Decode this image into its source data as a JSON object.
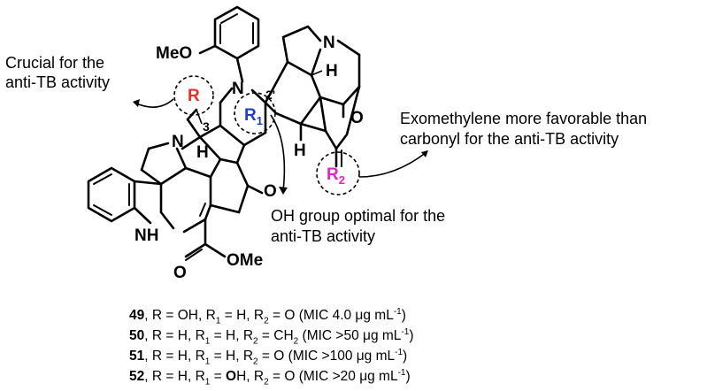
{
  "labels": {
    "r": "R",
    "r1": "R",
    "r1_sub": "1",
    "r2": "R",
    "r2_sub": "2",
    "meo": "MeO",
    "n_aryl": "N",
    "n_top": "N",
    "n_lower": "N",
    "nh": "NH",
    "h1": "H",
    "h2": "H",
    "h3": "H",
    "o_top": "O",
    "o_lower": "O",
    "o_ester": "O",
    "ome": "OMe",
    "pos3": "3",
    "pos2p": "2'"
  },
  "annotations": {
    "crucial_line1": "Crucial for the",
    "crucial_line2": "anti-TB activity",
    "exo_line1": "Exomethylene more favorable than",
    "exo_line2": "carbonyl  for the anti-TB activity",
    "oh_line1": "OH group optimal for the",
    "oh_line2": "anti-TB activity"
  },
  "compounds": [
    {
      "id": "49",
      "r": "OH",
      "r1": "H",
      "r2": "O",
      "mic": "MIC 4.0 μg mL"
    },
    {
      "id": "50",
      "r": "H",
      "r1": "H",
      "r2": "CH",
      "r2_sub": "2",
      "mic": "MIC >50 μg mL"
    },
    {
      "id": "51",
      "r": "H",
      "r1": "H",
      "r2": "O",
      "mic": "MIC >100 μg mL"
    },
    {
      "id": "52",
      "r": "H",
      "r1_bold": "O",
      "r1_rest": "H",
      "r2": "O",
      "mic": "MIC >20 μg mL"
    }
  ],
  "common": {
    "label_r": "R",
    "label_r1": "R",
    "label_r2": "R",
    "sub_1": "1",
    "sub_2": "2",
    "sup": "-1",
    "eq": " = "
  },
  "colors": {
    "r": "#e8302a",
    "r1": "#1e3fcf",
    "r2": "#e622c8"
  }
}
